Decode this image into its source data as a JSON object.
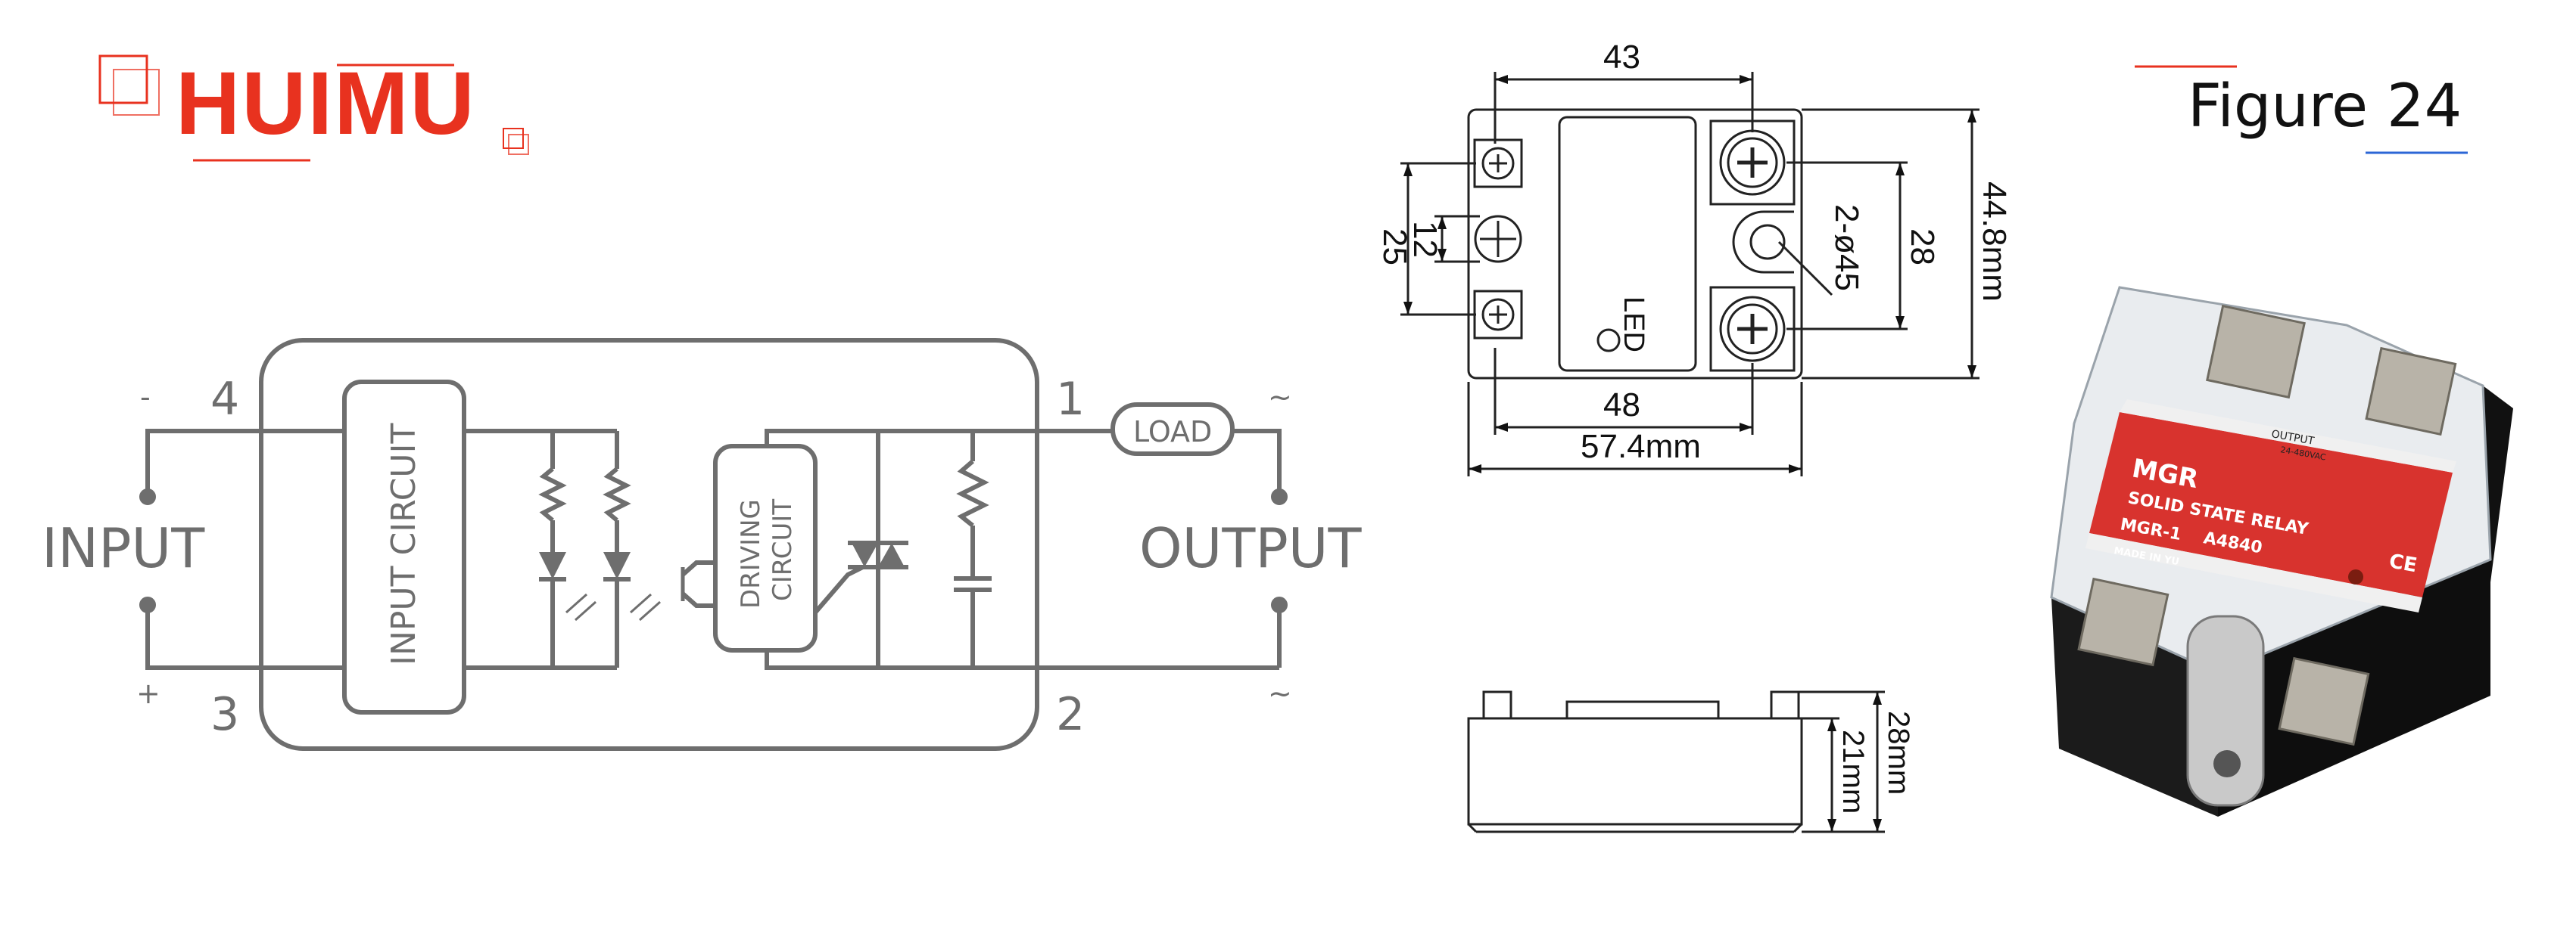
{
  "brand": {
    "logo_text": "HUIMU",
    "accent_color": "#e8321f",
    "secondary_accent": "#2c66d6"
  },
  "figure_title": "Figure 24",
  "schematic": {
    "input_label": "INPUT",
    "output_label": "OUTPUT",
    "input_circuit_label": "INPUT CIRCUIT",
    "driving_circuit_line1": "DRIVING",
    "driving_circuit_line2": "CIRCUIT",
    "load_label": "LOAD",
    "terminals": {
      "t1": "1",
      "t2": "2",
      "t3": "3",
      "t4": "4"
    },
    "polarity": {
      "minus": "-",
      "plus": "+",
      "ac_top": "~",
      "ac_bottom": "~"
    },
    "line_color": "#6e6e6e"
  },
  "top_view": {
    "dim_43": "43",
    "dim_48": "48",
    "dim_57_4": "57.4mm",
    "dim_25": "25",
    "dim_12": "12",
    "dim_28": "28",
    "dim_44_8": "44.8mm",
    "hole_spec": "2-ø45",
    "led_label": "LED"
  },
  "side_view": {
    "dim_21": "21mm",
    "dim_28": "28mm"
  },
  "product_photo": {
    "brand": "MGR",
    "title": "SOLID STATE RELAY",
    "model": "MGR-1",
    "variant": "A4840",
    "output_label": "OUTPUT",
    "voltage": "24-480VAC",
    "made_in": "MADE IN YU",
    "ce_mark": "CE",
    "label_color": "#d8332e"
  }
}
